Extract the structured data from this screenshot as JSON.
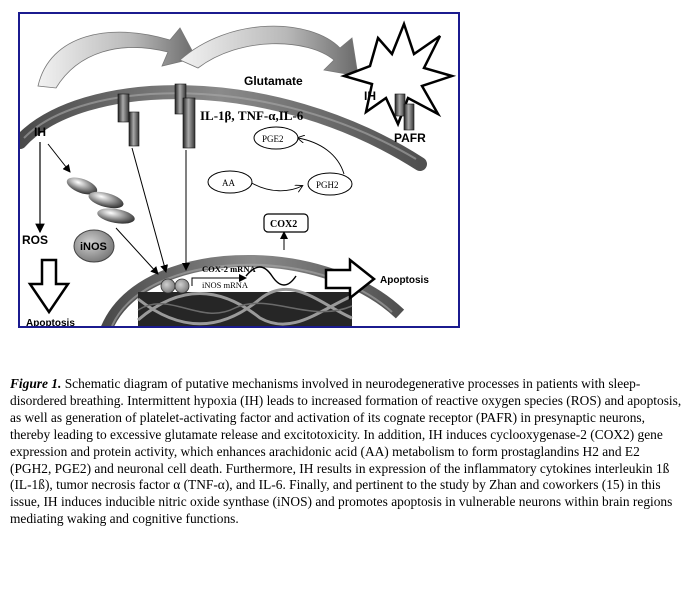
{
  "diagram": {
    "glutamate": "Glutamate",
    "ih_top": "IH",
    "ih_left": "IH",
    "cytokines": "IL-1β, TNF-α,IL-6",
    "pafr": "PAFR",
    "pge2": "PGE2",
    "aa": "AA",
    "pgh2": "PGH2",
    "cox2": "COX2",
    "ros": "ROS",
    "inos": "iNOS",
    "cox2_mrna": "COX-2 mRNA",
    "inos_mrna": "iNOS mRNA",
    "apoptosis_left": "Apoptosis",
    "apoptosis_right": "Apoptosis"
  },
  "caption": {
    "label": "Figure 1.",
    "text": " Schematic diagram of putative mechanisms involved in neurodegenerative processes in patients with sleep-disordered breathing. Intermittent hypoxia (IH) leads to increased formation of reactive oxygen species (ROS) and apoptosis, as well as generation of platelet-activating factor and activation of its cognate receptor (PAFR) in presynaptic neurons, thereby leading to excessive glutamate release and excitotoxicity. In addition, IH induces cyclooxygenase-2 (COX2) gene expression and protein activity, which enhances arachidonic acid (AA) metabolism to form prostaglandins H2 and E2 (PGH2, PGE2) and neuronal cell death. Furthermore, IH results in expression of the inflammatory cytokines interleukin 1ß (IL-1ß), tumor necrosis factor α (TNF-α), and IL-6. Finally, and pertinent to the study by Zhan and coworkers (15) in this issue, IH induces inducible nitric oxide synthase (iNOS) and promotes apoptosis in vulnerable neurons within brain regions mediating waking and cognitive functions."
  }
}
